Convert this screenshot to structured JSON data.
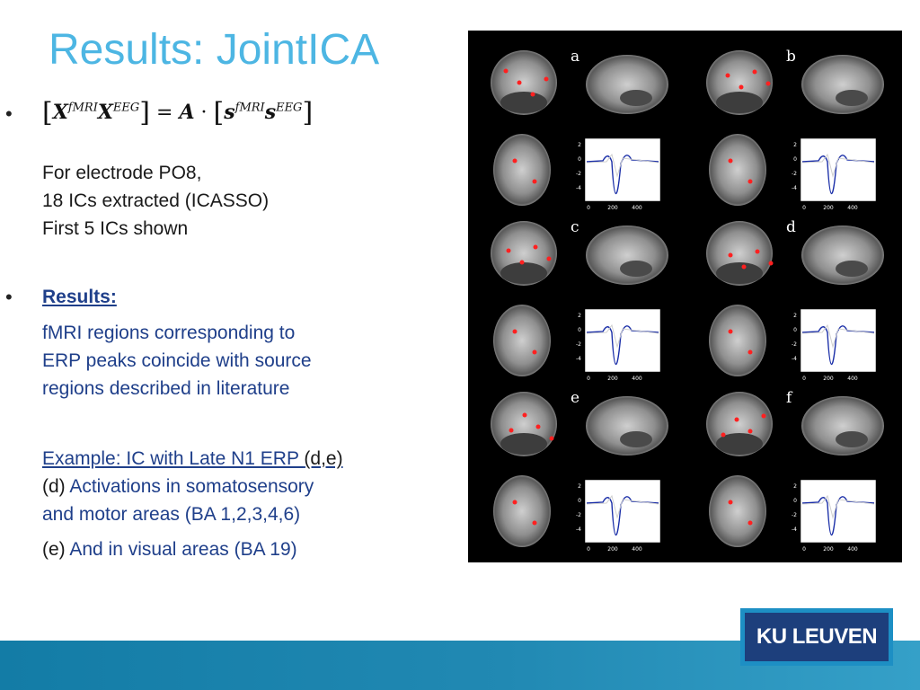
{
  "title": "Results: JointICA",
  "bullets": [
    "•",
    "•"
  ],
  "equation": {
    "X": "X",
    "S": "s",
    "A": "A",
    "sup_fmri": "fMRI",
    "sup_eeg": "EEG",
    "equals": "=",
    "dot": "·"
  },
  "intro": {
    "line1": "For electrode PO8,",
    "line2": "18 ICs extracted (ICASSO)",
    "line3": "First 5 ICs shown"
  },
  "results": {
    "heading": "Results:",
    "line1": "fMRI regions corresponding to",
    "line2": "ERP peaks coincide with source",
    "line3": "regions described in literature"
  },
  "example": {
    "link": "Example: IC with Late N1 ERP ",
    "link_tail": "(d,e)",
    "d_label": "(d) ",
    "d_text1": "Activations in somatosensory",
    "d_text2": "and motor areas (BA 1,2,3,4,6)",
    "e_label": "(e) ",
    "e_text": "And in visual areas (BA 19)"
  },
  "figure": {
    "panel_letters": [
      "a",
      "b",
      "c",
      "d",
      "e",
      "f"
    ],
    "y_ticks": [
      "2",
      "0",
      "-2",
      "-4"
    ],
    "x_ticks": [
      "0",
      "200",
      "400"
    ]
  },
  "logo": "KU LEUVEN",
  "colors": {
    "title": "#4db6e3",
    "text_blue": "#1f3f8a",
    "footer": "#1a82ad",
    "logo_bg": "#1d3f7c"
  }
}
